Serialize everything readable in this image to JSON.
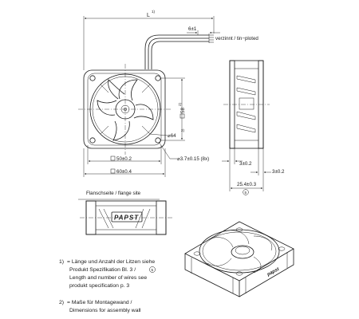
{
  "dimensions": {
    "lead_length": "L",
    "lead_length_note": "1)",
    "strip_length": "6±1",
    "tinned_note": "verzinnt  /  tin−ploted",
    "hole_pitch": "58",
    "hole_pitch_note": "2)",
    "rotor_dia": "⌀64",
    "rotor_dia_note": "2)",
    "hole_dia": "⌀3.7±0.15 (8x)",
    "inner_width": "50±0.2",
    "outer_width": "60±0.4",
    "flange_left": "3±0.2",
    "flange_right": "3±0.2",
    "depth": "25.4±0.3",
    "depth_ref": "5"
  },
  "views": {
    "flange_side_label": "Flanschseite / flange site",
    "brand_label": "PAPST"
  },
  "notes": {
    "note1_mark": "1)",
    "note1_line1": "= Länge und Anzahl der Litzen siehe",
    "note1_line2": "Produkt Spezifikation Bl. 3 /",
    "note1_ref": "5",
    "note1_line3": "Length and number of wires  see",
    "note1_line4": "produkt specification p. 3",
    "note2_mark": "2)",
    "note2_line1": "= Maße für Montagewand /",
    "note2_line2": "Dimensions for assembly wall"
  }
}
